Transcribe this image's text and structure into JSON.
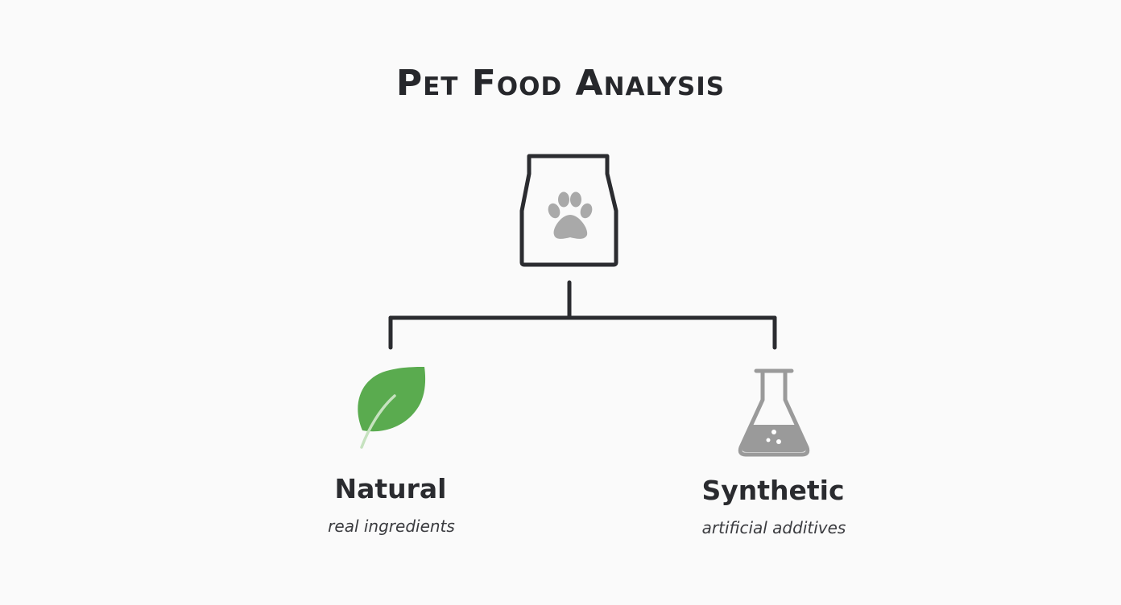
{
  "title": "Pet Food Analysis",
  "root": {
    "icon": "pet-food-bag-paw-icon"
  },
  "branches": [
    {
      "label": "Natural",
      "description": "real ingredients",
      "icon": "leaf-icon",
      "color": "#5aab4f"
    },
    {
      "label": "Synthetic",
      "description": "artificial additives",
      "icon": "flask-icon",
      "color": "#9a9a9a"
    }
  ],
  "colors": {
    "background": "#fafafa",
    "line": "#2b2c30",
    "text": "#26272b",
    "paw": "#a9a9a9"
  }
}
